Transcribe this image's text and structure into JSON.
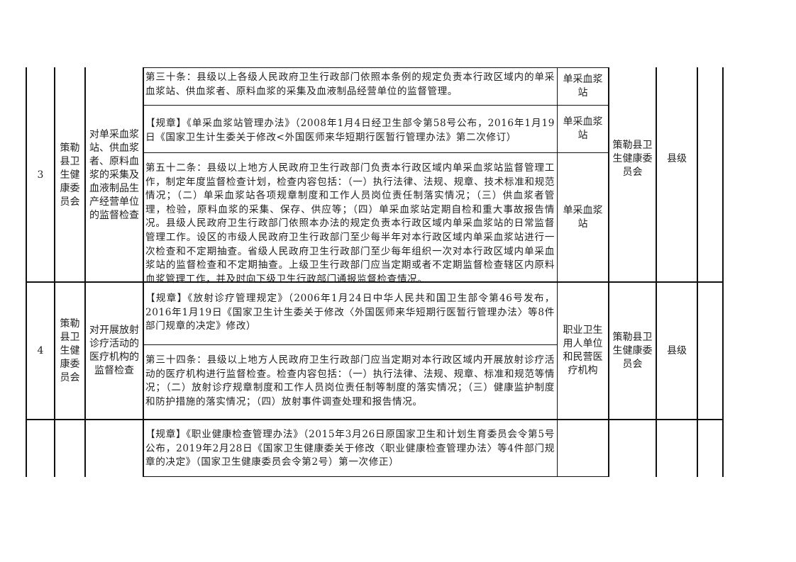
{
  "rows": [
    {
      "no": "3",
      "dept": "策勒县卫生健康委员会",
      "item": "对单采血浆站、供血浆者、原料血浆的采集及血液制品生产经营单位的监督检查",
      "basis": [
        {
          "text": "第三十条：县级以上各级人民政府卫生行政部门依照本条例的规定负责本行政区域内的单采血浆站、供血浆者、原料血浆的采集及血液制品经营单位的监督管理。",
          "object": "单采血浆站"
        },
        {
          "text": "【规章】《单采血浆站管理办法》（2008年1月4日经卫生部令第58号公布，2016年1月19日《国家卫生计生委关于修改<外国医师来华短期行医暂行管理办法》第二次修订）",
          "object": "单采血浆站"
        },
        {
          "text": "第五十二条：县级以上地方人民政府卫生行政部门负责本行政区域内单采血浆站监督管理工作，制定年度监督检查计划，检查内容包括：（一）执行法律、法规、规章、技术标准和规范情况；（二）单采血浆站各项规章制度和工作人员岗位责任制落实情况；（三）供血浆者管理，检验，原料血浆的采集、保存、供应等；（四）单采血浆站定期自检和重大事故报告情况。县级人民政府卫生行政部门依照本办法的规定负责本行政区域内单采血浆站的日常监督管理工作。设区的市级人民政府卫生行政部门至少每半年对本行政区域内单采血浆站进行一次检查和不定期抽查。省级人民政府卫生行政部门至少每年组织一次对本行政区域内单采血浆站的监督检查和不定期抽查。上级卫生行政部门应当定期或者不定期监督检查辖区内原料血浆管理工作，并及时向下级卫生行政部门通报监督检查情况。",
          "object": "单采血浆站"
        }
      ],
      "subject": "策勒县卫生健康委员会",
      "level": "县级"
    },
    {
      "no": "4",
      "dept": "策勒县卫生健康委员会",
      "item": "对开展放射诊疗活动的医疗机构的监督检查",
      "basis": [
        {
          "text": "【规章】《放射诊疗管理规定》（2006年1月24日中华人民共和国卫生部令第46号发布，2016年1月19日《国家卫生计生委关于修改〈外国医师来华短期行医暂行管理办法〉等8件部门规章的决定》修改）"
        },
        {
          "text": "第三十四条：县级以上地方人民政府卫生行政部门应当定期对本行政区域内开展放射诊疗活动的医疗机构进行监督检查。检查内容包括：（一）执行法律、法规、规章、标准和规范等情况；（二）放射诊疗规章制度和工作人员岗位责任制等制度的落实情况；（三）健康监护制度和防护措施的落实情况；（四）放射事件调查处理和报告情况。"
        }
      ],
      "object": "职业卫生用人单位和民营医疗机构",
      "subject": "策勒县卫生健康委员会",
      "level": "县级"
    },
    {
      "basis": [
        {
          "text": "【规章】《职业健康检查管理办法》（2015年3月26日原国家卫生和计划生育委员会令第5号公布，2019年2月28日《国家卫生健康委关于修改〈职业健康检查管理办法〉等4件部门规章的决定》（国家卫生健康委员会令第2号）第一次修正）"
        }
      ]
    }
  ]
}
